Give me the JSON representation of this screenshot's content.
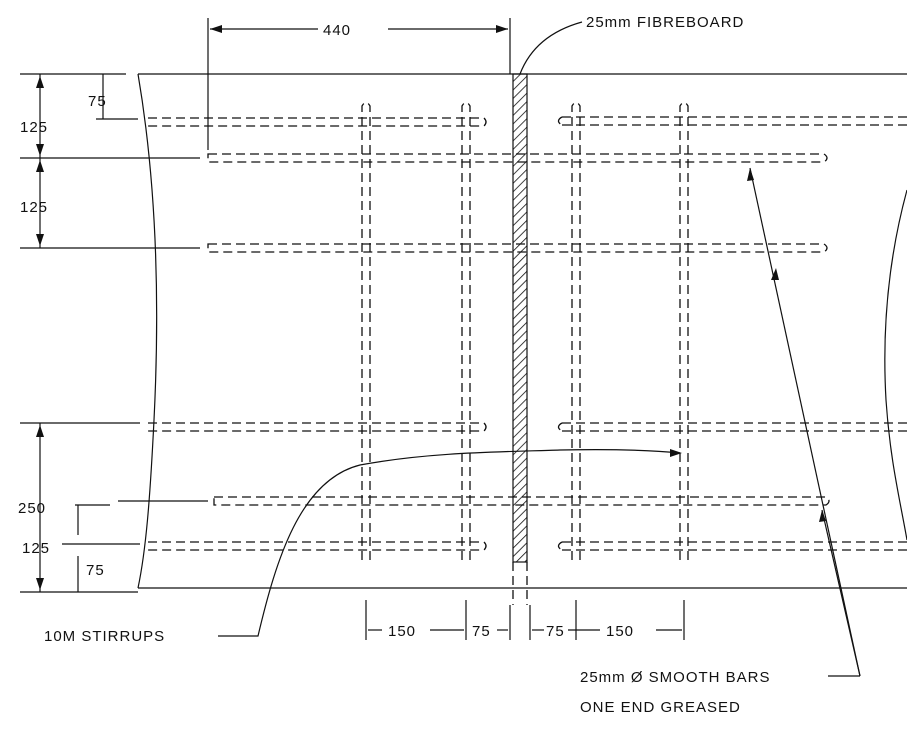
{
  "labels": {
    "dim_440": "440",
    "fibreboard": "25mm  FIBREBOARD",
    "dim_125_top": "125",
    "dim_75_top": "75",
    "dim_125_mid": "125",
    "dim_250": "250",
    "dim_125_low": "125",
    "dim_75_low": "75",
    "dim_150_left": "150",
    "dim_75_left": "75",
    "dim_75_right": "75",
    "dim_150_right": "150",
    "stirrups": "10M  STIRRUPS",
    "smooth_bars_line1": "25mm Ø  SMOOTH BARS",
    "smooth_bars_line2": "ONE  END GREASED"
  }
}
